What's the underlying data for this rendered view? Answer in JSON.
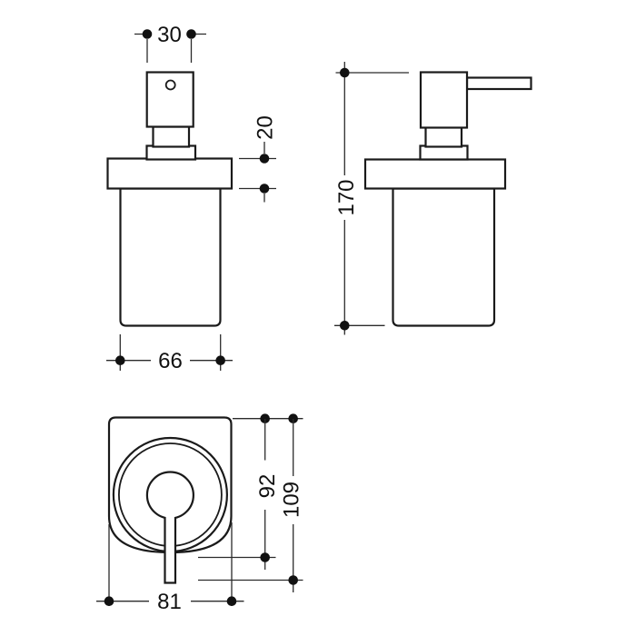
{
  "page": {
    "background": "#ffffff"
  },
  "drawing": {
    "type": "technical-dimension-drawing",
    "subject": "wall-mounted soap dispenser with pump, holder plate and glass container",
    "colors": {
      "object_line": "#1a1a1a",
      "dimension_line": "#2b2b2b",
      "text": "#111111",
      "background": "#ffffff"
    },
    "views": {
      "front": {
        "name": "front view",
        "dimensions": {
          "pump_head_width": {
            "label": "30"
          },
          "holder_plate_height": {
            "label": "20"
          },
          "container_width": {
            "label": "66"
          }
        }
      },
      "side": {
        "name": "side view",
        "dimensions": {
          "overall_height": {
            "label": "170"
          }
        }
      },
      "plan": {
        "name": "top view",
        "dimensions": {
          "wall_to_plate_front": {
            "label": "92"
          },
          "wall_to_spout_tip": {
            "label": "109"
          },
          "plate_width": {
            "label": "81"
          }
        }
      }
    }
  }
}
